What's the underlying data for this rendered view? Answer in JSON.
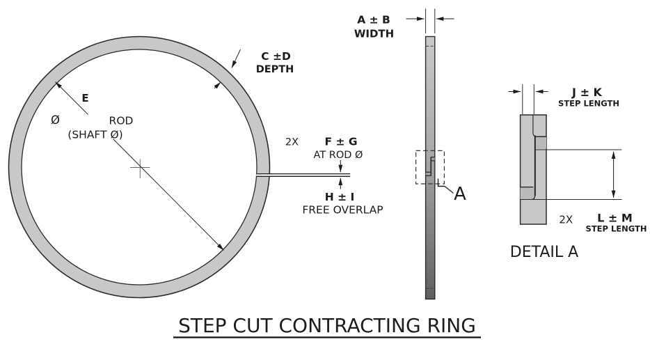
{
  "title": "STEP CUT CONTRACTING RING",
  "front_view": {
    "e_dim": "E",
    "diameter_symbol": "Ø",
    "rod_label_line1": "ROD",
    "rod_label_line2": "(SHAFT Ø)",
    "depth_dim": "C ±D",
    "depth_label": "DEPTH"
  },
  "gap_dims": {
    "qty": "2X",
    "overlap_dim": "F ± G",
    "overlap_at_label": "AT ROD Ø",
    "free_overlap_dim": "H ± I",
    "free_overlap_label": "FREE OVERLAP"
  },
  "side_view": {
    "width_dim": "A ± B",
    "width_label": "WIDTH",
    "detail_callout": "A"
  },
  "detail_view": {
    "name": "DETAIL A",
    "step_width_dim": "J ± K",
    "step_width_label": "STEP LENGTH",
    "qty": "2X",
    "step_length_dim": "L ± M",
    "step_length_label": "STEP LENGTH"
  },
  "colors": {
    "metal_fill": "#c7c8c7",
    "metal_dark": "#5f5f5f",
    "step_shadow": "#b5b6b5",
    "line": "#2b2b2b"
  }
}
